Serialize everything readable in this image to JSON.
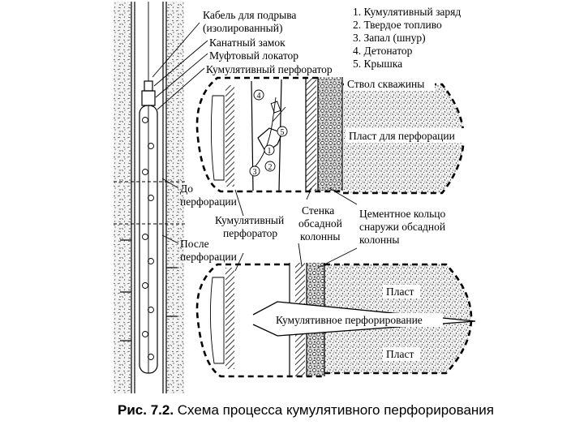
{
  "legend": {
    "items": [
      "1. Кумулятивный заряд",
      "2. Твердое топливо",
      "3. Запал (шнур)",
      "4. Детонатор",
      "5. Крышка"
    ]
  },
  "labels": {
    "cable_line1": "Кабель для подрыва",
    "cable_line2": "(изолированный)",
    "rope_lock": "Канатный замок",
    "collar_locator": "Муфтовый локатор",
    "perforator_top": "Кумулятивный перфоратор",
    "wellbore": "Ствол скважины",
    "formation_to_perforate": "Пласт для перфорации",
    "before_line1": "До",
    "before_line2": "перфорации",
    "perforator_mid_line1": "Кумулятивный",
    "perforator_mid_line2": "перфоратор",
    "casing_wall_line1": "Стенка",
    "casing_wall_line2": "обсадной",
    "casing_wall_line3": "колонны",
    "cement_line1": "Цементное кольцо",
    "cement_line2": "снаружи обсадной",
    "cement_line3": "колонны",
    "after_line1": "После",
    "after_line2": "перфорации",
    "formation_upper": "Пласт",
    "perforation_tunnel": "Кумулятивное перфорирование",
    "formation_lower": "Пласт"
  },
  "markers": [
    "1",
    "2",
    "3",
    "4",
    "5"
  ],
  "caption": {
    "prefix": "Рис. 7.2.",
    "text": " Схема процесса кумулятивного перфорирования"
  }
}
